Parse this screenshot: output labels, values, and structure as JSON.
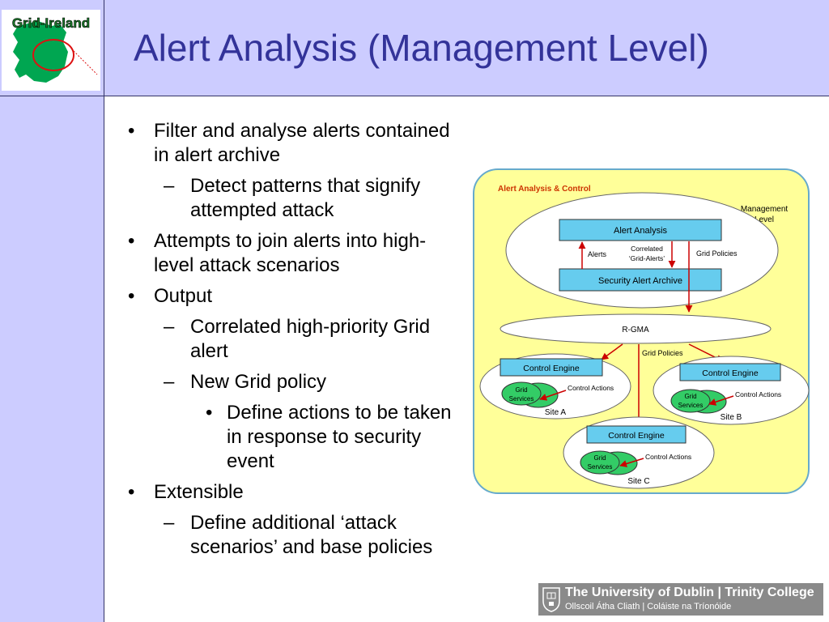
{
  "slide": {
    "title": "Alert Analysis (Management Level)",
    "logo_text": "Grid-Ireland"
  },
  "bullets": [
    {
      "level": 1,
      "mark": "•",
      "text": "Filter and analyse alerts contained in alert archive"
    },
    {
      "level": 2,
      "mark": "–",
      "text": "Detect patterns that signify attempted attack"
    },
    {
      "level": 1,
      "mark": "•",
      "text": "Attempts to join alerts into high-level attack scenarios"
    },
    {
      "level": 1,
      "mark": "•",
      "text": "Output"
    },
    {
      "level": 2,
      "mark": "–",
      "text": "Correlated high-priority Grid alert"
    },
    {
      "level": 2,
      "mark": "–",
      "text": "New Grid policy"
    },
    {
      "level": 3,
      "mark": "•",
      "text": "Define actions to be taken in response to security event"
    },
    {
      "level": 1,
      "mark": "•",
      "text": "Extensible"
    },
    {
      "level": 2,
      "mark": "–",
      "text": "Define additional ‘attack scenarios’ and base policies"
    }
  ],
  "diagram": {
    "heading": "Alert Analysis & Control",
    "management_level": [
      "Management",
      "Level"
    ],
    "alert_analysis": "Alert Analysis",
    "alerts": "Alerts",
    "correlated": [
      "Correlated",
      "‘Grid-Alerts’"
    ],
    "grid_policies": "Grid Policies",
    "security_alert_archive": "Security Alert Archive",
    "rgma": "R-GMA",
    "grid_policies_2": "Grid Policies",
    "sites": [
      {
        "engine": "Control Engine",
        "services": [
          "Grid",
          "Services"
        ],
        "actions": "Control Actions",
        "name": "Site A"
      },
      {
        "engine": "Control Engine",
        "services": [
          "Grid",
          "Services"
        ],
        "actions": "Control Actions",
        "name": "Site B"
      },
      {
        "engine": "Control Engine",
        "services": [
          "Grid",
          "Services"
        ],
        "actions": "Control Actions",
        "name": "Site C"
      }
    ],
    "colors": {
      "panel": "#ffff99",
      "panel_border": "#66aacc",
      "box": "#66ccee",
      "grid_services": "#33cc66",
      "arrow": "#cc0000",
      "heading": "#cc3300"
    }
  },
  "footer": {
    "line1": "The University of Dublin | Trinity College",
    "line2": "Ollscoil Átha Cliath | Coláiste na Tríonóide"
  }
}
